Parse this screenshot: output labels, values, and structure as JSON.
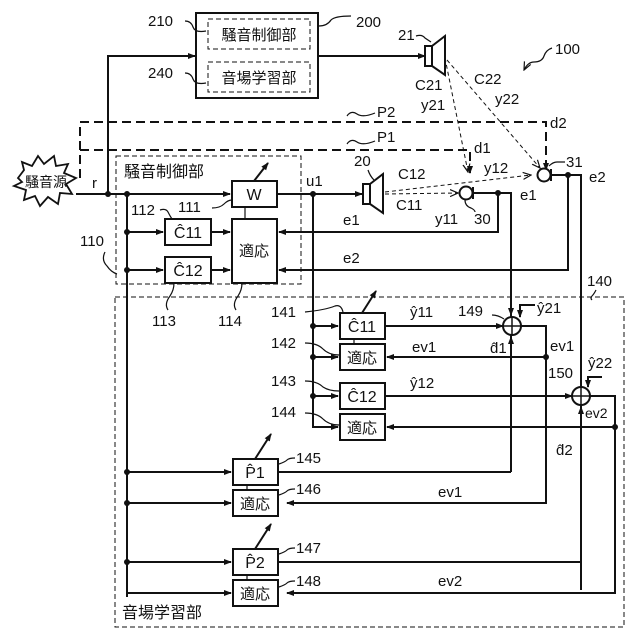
{
  "figure_ref": "100",
  "noise_source": {
    "label": "騒音源",
    "signal": "r"
  },
  "block200": {
    "ref": "200",
    "sub_control": {
      "ref": "210",
      "label": "騒音制御部"
    },
    "sub_learning": {
      "ref": "240",
      "label": "音場学習部"
    }
  },
  "speakers": {
    "s20": {
      "ref": "20"
    },
    "s21": {
      "ref": "21"
    }
  },
  "mics": {
    "m30": {
      "ref": "30",
      "error": "e1"
    },
    "m31": {
      "ref": "31",
      "error": "e2"
    }
  },
  "paths": {
    "P1": "P1",
    "P2": "P2",
    "d1": "d1",
    "d2": "d2",
    "C11": "C11",
    "C12": "C12",
    "C21": "C21",
    "C22": "C22",
    "y11": "y11",
    "y12": "y12",
    "y21": "y21",
    "y22": "y22"
  },
  "control_unit": {
    "ref": "110",
    "title": "騒音制御部",
    "W": {
      "ref": "111",
      "label": "W"
    },
    "C11": {
      "ref": "112",
      "label": "Ĉ11"
    },
    "C12": {
      "ref": "113",
      "label": "Ĉ12"
    },
    "adapt": {
      "ref": "114",
      "label": "適応"
    },
    "output": "u1",
    "e1": "e1",
    "e2": "e2"
  },
  "learning_unit": {
    "ref": "140",
    "title": "音場学習部",
    "blocks": [
      {
        "ref": "141",
        "label": "Ĉ11"
      },
      {
        "ref": "142",
        "label": "適応"
      },
      {
        "ref": "143",
        "label": "Ĉ12"
      },
      {
        "ref": "144",
        "label": "適応"
      },
      {
        "ref": "145",
        "label": "P̂1"
      },
      {
        "ref": "146",
        "label": "適応"
      },
      {
        "ref": "147",
        "label": "P̂2"
      },
      {
        "ref": "148",
        "label": "適応"
      }
    ],
    "sum149": {
      "ref": "149"
    },
    "sum150": {
      "ref": "150"
    },
    "signals": {
      "y11h": "ŷ11",
      "y12h": "ŷ12",
      "y21h": "ŷ21",
      "y22h": "ŷ22",
      "d1h": "d̂1",
      "d2h": "d̂2",
      "ev1": "ev1",
      "ev2": "ev2"
    }
  }
}
